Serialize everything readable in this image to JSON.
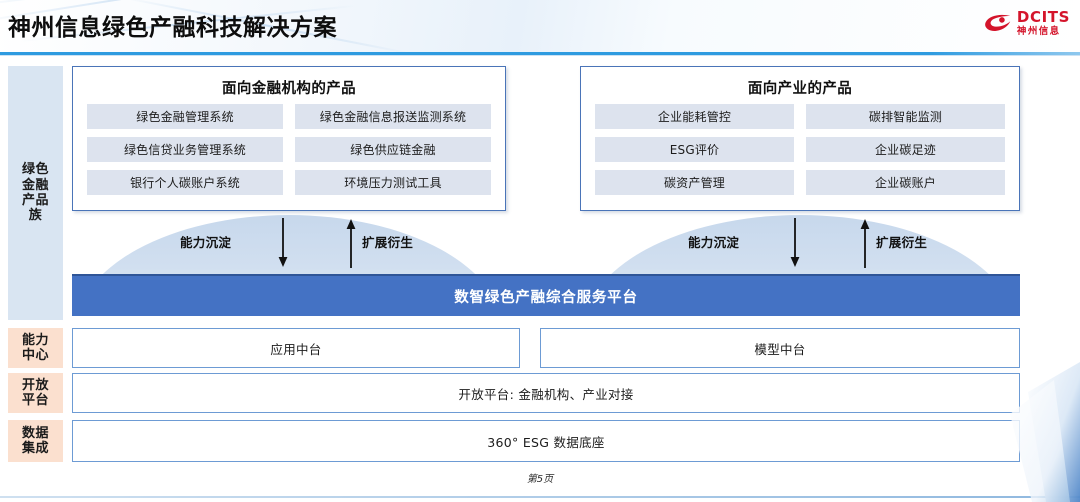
{
  "header": {
    "title": "神州信息绿色产融科技解决方案",
    "logo": {
      "icon": "dcits-swoosh-icon",
      "en": "DCITS",
      "cn": "神州信息",
      "color": "#d4142b"
    }
  },
  "sidebar": {
    "items": [
      {
        "id": "green-product-family",
        "label": "绿色\n金融\n产品\n族",
        "bg": "#d9e5f2"
      },
      {
        "id": "ability-center",
        "label": "能力\n中心",
        "bg": "#fbe0cf"
      },
      {
        "id": "open-platform",
        "label": "开放\n平台",
        "bg": "#fbe0cf"
      },
      {
        "id": "data-integration",
        "label": "数据\n集成",
        "bg": "#fbe0cf"
      }
    ]
  },
  "panels": [
    {
      "id": "financial-institutions",
      "title": "面向金融机构的产品",
      "tiles": [
        "绿色金融管理系统",
        "绿色金融信息报送监测系统",
        "绿色信贷业务管理系统",
        "绿色供应链金融",
        "银行个人碳账户系统",
        "环境压力测试工具"
      ]
    },
    {
      "id": "industry",
      "title": "面向产业的产品",
      "tiles": [
        "企业能耗管控",
        "碳排智能监测",
        "ESG评价",
        "企业碳足迹",
        "碳资产管理",
        "企业碳账户"
      ]
    }
  ],
  "flows": [
    {
      "id": "flow-left",
      "down_label": "能力沉淀",
      "up_label": "扩展衍生"
    },
    {
      "id": "flow-right",
      "down_label": "能力沉淀",
      "up_label": "扩展衍生"
    }
  ],
  "platform": {
    "label": "数智绿色产融综合服务平台",
    "color": "#4472c4"
  },
  "middle_platforms": [
    {
      "id": "application-middle-platform",
      "label": "应用中台"
    },
    {
      "id": "model-middle-platform",
      "label": "模型中台"
    }
  ],
  "rows": [
    {
      "id": "open-platform-row",
      "label": "开放平台: 金融机构、产业对接"
    },
    {
      "id": "data-base-row",
      "label": "360° ESG 数据底座"
    }
  ],
  "footer": {
    "page": "第5页"
  }
}
